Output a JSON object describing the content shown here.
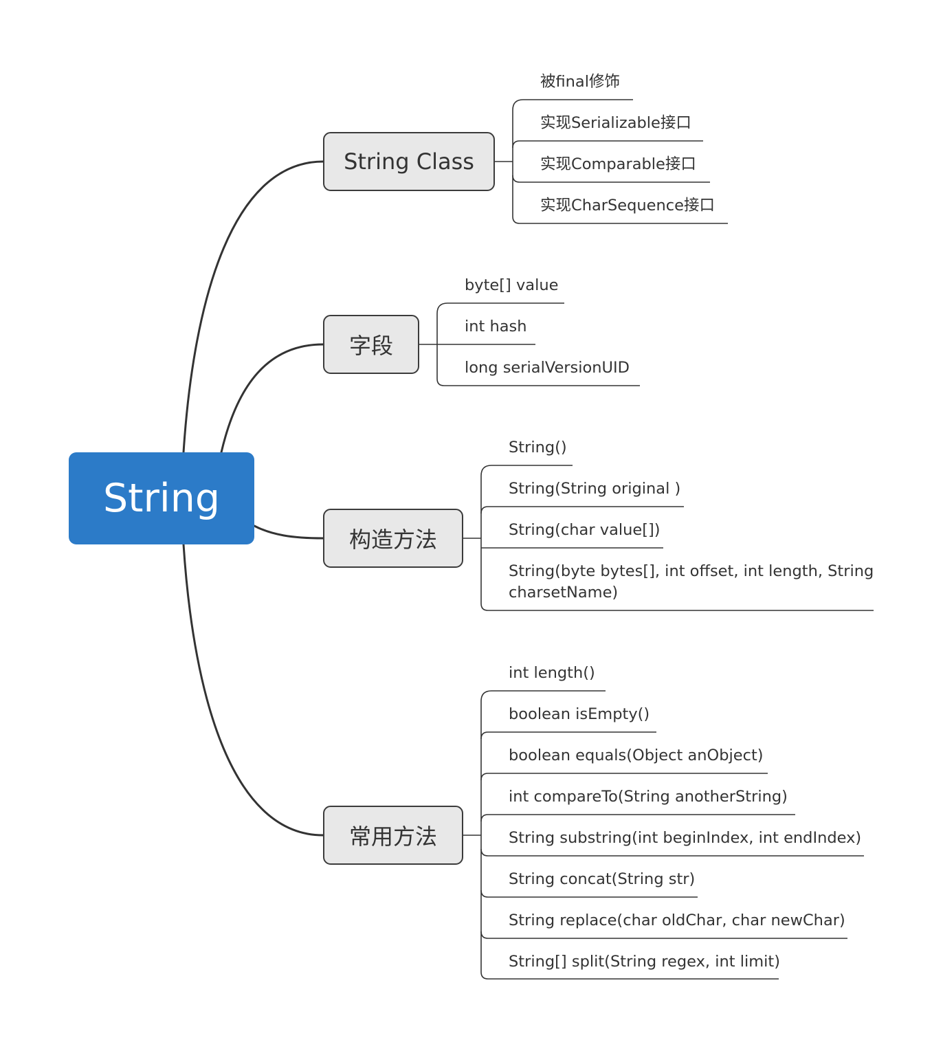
{
  "root": {
    "label": "String"
  },
  "branches": [
    {
      "label": "String Class",
      "children": [
        "被final修饰",
        "实现Serializable接口",
        "实现Comparable接口",
        "实现CharSequence接口"
      ]
    },
    {
      "label": "字段",
      "children": [
        "byte[] value",
        "int hash",
        "long serialVersionUID"
      ]
    },
    {
      "label": "构造方法",
      "children": [
        "String()",
        "String(String original )",
        "String(char value[])",
        "String(byte bytes[], int offset, int length, String",
        "charsetName)"
      ]
    },
    {
      "label": "常用方法",
      "children": [
        "int length()",
        "boolean isEmpty()",
        "boolean equals(Object anObject)",
        "int compareTo(String anotherString)",
        "String substring(int beginIndex, int endIndex)",
        "String concat(String str)",
        "String replace(char oldChar, char newChar)",
        "String[] split(String regex, int limit)"
      ]
    }
  ],
  "colors": {
    "root": "#2c7bc8",
    "branch_fill": "#e8e8e8",
    "line": "#333333",
    "text": "#333333"
  }
}
